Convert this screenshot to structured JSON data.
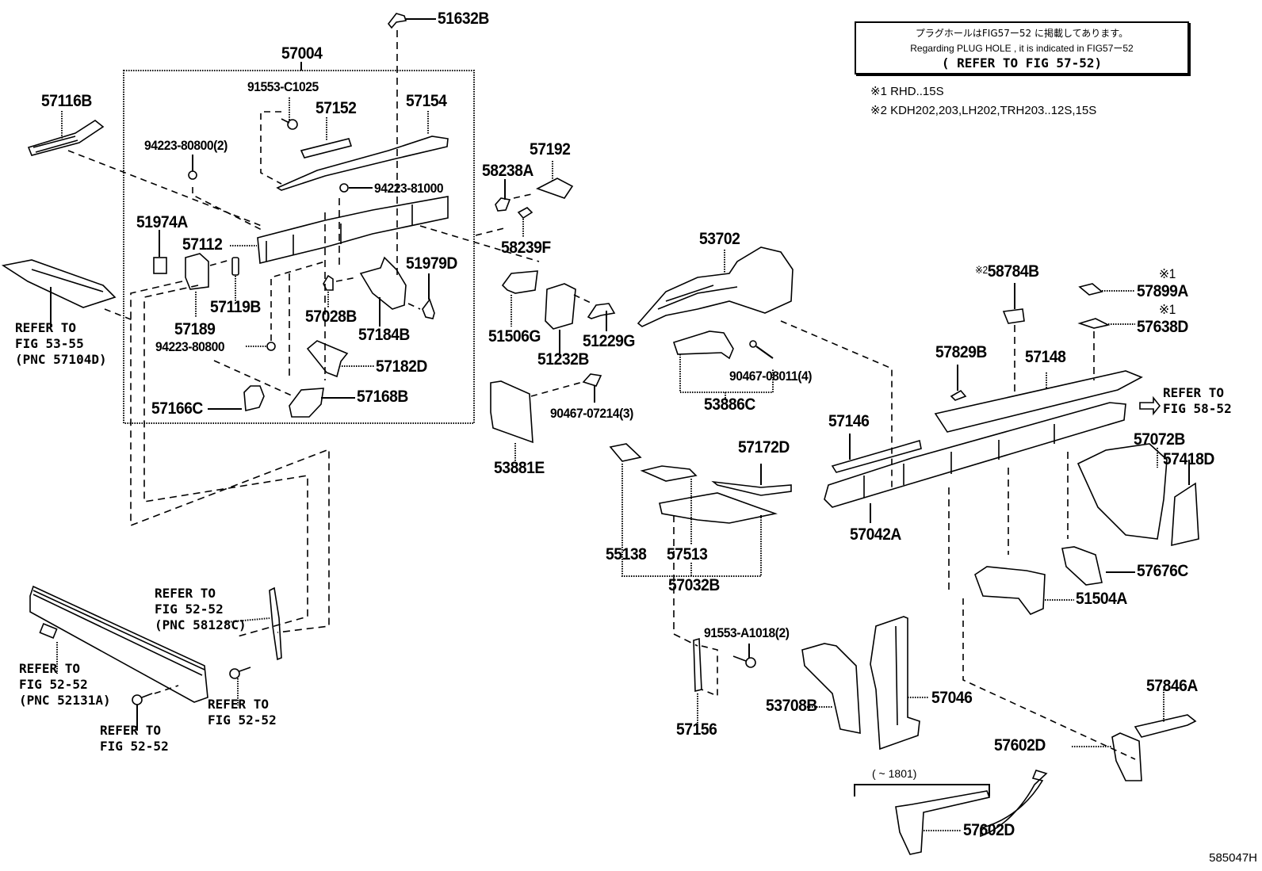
{
  "note_box": {
    "japanese": "プラグホールはFIG57ー52 に掲載してあります。",
    "english": "Regarding PLUG HOLE , it is indicated in FIG57ー52",
    "reference": "( REFER TO FIG 57-52)"
  },
  "footnotes": [
    {
      "mark": "※1",
      "text": "RHD..15S"
    },
    {
      "mark": "※2",
      "text": "KDH202,203,LH202,TRH203..12S,15S"
    }
  ],
  "assembly_label": "57004",
  "part_labels": {
    "p51632B": "51632B",
    "p57116B": "57116B",
    "p91553C1025": "91553-C1025",
    "p57152": "57152",
    "p57154": "57154",
    "p9422380800x2": "94223-80800(2)",
    "p9422381000": "94223-81000",
    "p51974A": "51974A",
    "p57112": "57112",
    "p51979D": "51979D",
    "p57119B": "57119B",
    "p57028B": "57028B",
    "p57189": "57189",
    "p57184B": "57184B",
    "p9422380800": "94223-80800",
    "p57182D": "57182D",
    "p57166C": "57166C",
    "p57168B": "57168B",
    "p57192": "57192",
    "p58238A": "58238A",
    "p58239F": "58239F",
    "p51506G": "51506G",
    "p51232B": "51232B",
    "p51229G": "51229G",
    "p9046707214": "90467-07214(3)",
    "p53881E": "53881E",
    "p53702": "53702",
    "p9046708011": "90467-08011(4)",
    "p53886C": "53886C",
    "p57172D": "57172D",
    "p55138": "55138",
    "p57513": "57513",
    "p57032B": "57032B",
    "p91553A1018": "91553-A1018(2)",
    "p57156": "57156",
    "p53708B": "53708B",
    "p57046": "57046",
    "p58784B": "58784B",
    "p58784B_mark": "※2",
    "p57899A": "57899A",
    "p57899A_mark": "※1",
    "p57638D": "57638D",
    "p57638D_mark": "※1",
    "p57829B": "57829B",
    "p57148": "57148",
    "p57146": "57146",
    "p57042A": "57042A",
    "p57072B": "57072B",
    "p57418D": "57418D",
    "p57676C": "57676C",
    "p51504A": "51504A",
    "p57846A": "57846A",
    "p57602D_a": "57602D",
    "p57602D_b": "57602D"
  },
  "references": {
    "fig5355": "REFER TO\nFIG 53-55\n(PNC 57104D)",
    "fig5252_58128C": "REFER TO\nFIG 52-52\n(PNC 58128C)",
    "fig5252_52131A": "REFER TO\nFIG 52-52\n(PNC 52131A)",
    "fig5252_bolt_right": "REFER TO\nFIG 52-52",
    "fig5252_bolt_left": "REFER TO\nFIG 52-52",
    "fig5852": "REFER TO\nFIG 58-52"
  },
  "date_range_label": "(      ~ 1801)",
  "diagram_id": "585047H"
}
